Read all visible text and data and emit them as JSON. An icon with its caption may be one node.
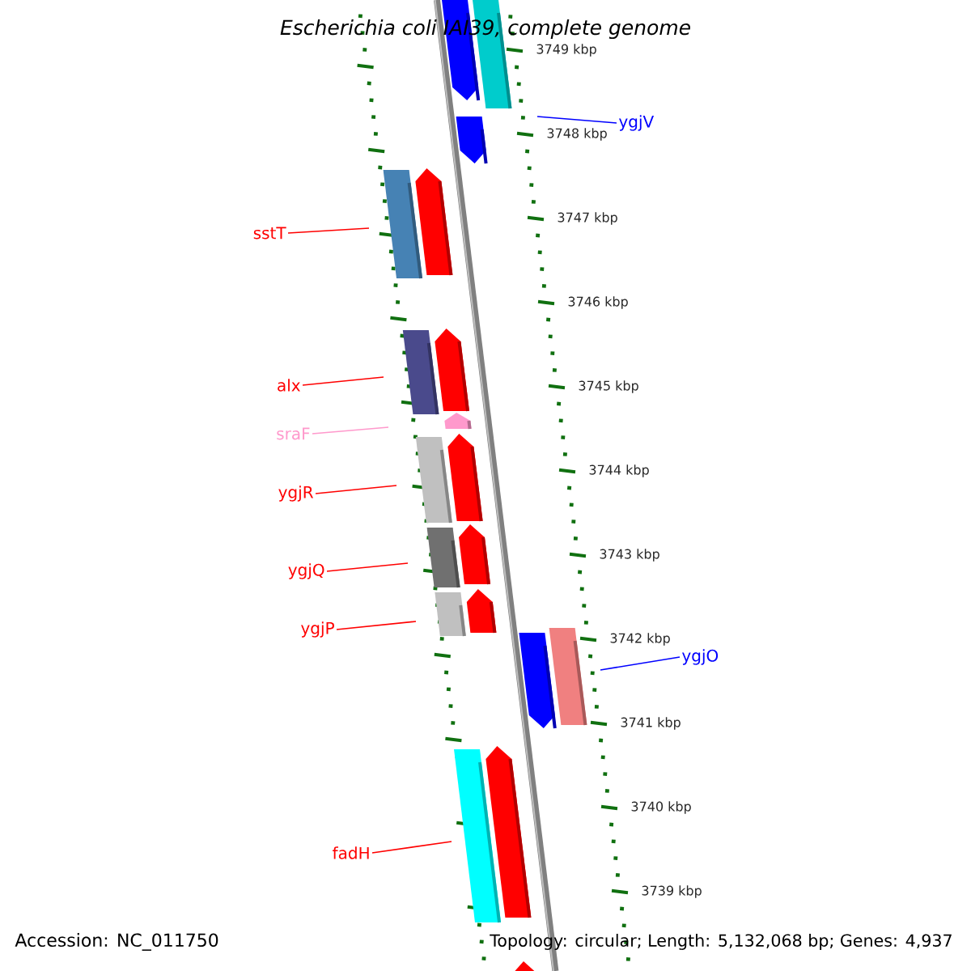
{
  "diagram": {
    "title": "Escherichia coli IAI39, complete genome",
    "nodes": [
      {
        "text": [
          "ygjV"
        ]
      },
      {
        "text": [
          "sstT"
        ]
      },
      {
        "text": [
          "alx"
        ]
      },
      {
        "text": [
          "sraF"
        ]
      },
      {
        "text": [
          "ygjR"
        ]
      },
      {
        "text": [
          "ygjQ"
        ]
      },
      {
        "text": [
          "ygjP"
        ]
      },
      {
        "text": [
          "ygjO"
        ]
      },
      {
        "text": [
          "fadH"
        ]
      }
    ],
    "edges": [
      {
        "from": 0,
        "to": null,
        "arrow": "none",
        "color": "#0000ff"
      },
      {
        "from": 1,
        "to": null,
        "arrow": "none"
      },
      {
        "from": 2,
        "to": null,
        "arrow": "none"
      },
      {
        "from": 3,
        "to": null,
        "arrow": "none",
        "color": "#ff99cc"
      },
      {
        "from": 4,
        "to": null,
        "arrow": "none"
      },
      {
        "from": 5,
        "to": null,
        "arrow": "none"
      },
      {
        "from": 6,
        "to": null,
        "arrow": "none"
      },
      {
        "from": 7,
        "to": null,
        "arrow": "none",
        "color": "#0000ff"
      },
      {
        "from": 8,
        "to": null,
        "arrow": "none"
      }
    ],
    "labels": [
      "3749 kbp",
      "3748 kbp",
      "3747 kbp",
      "3746 kbp",
      "3745 kbp",
      "3744 kbp",
      "3743 kbp",
      "3742 kbp",
      "3741 kbp",
      "3740 kbp",
      "3739 kbp",
      "Accession: NC_011750",
      "Topology: circular; Length: 5,132,068 bp; Genes: 4,937"
    ]
  }
}
